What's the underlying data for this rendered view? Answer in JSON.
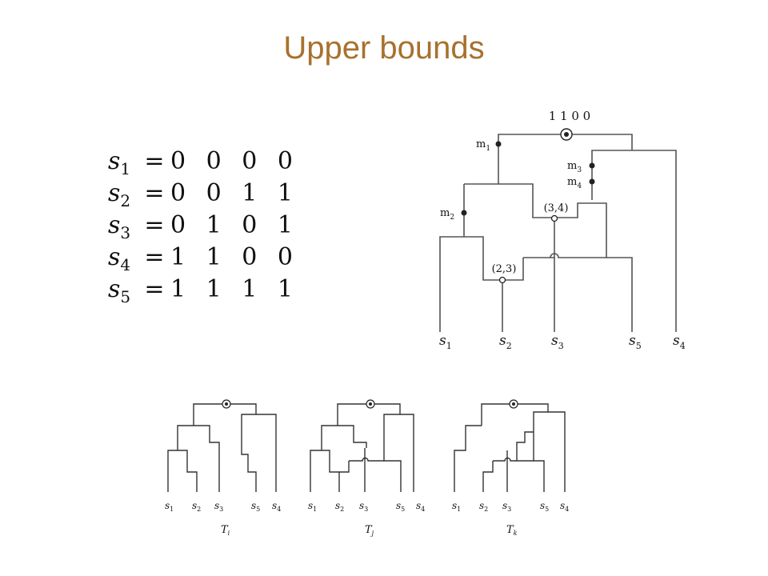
{
  "title": "Upper bounds",
  "sequences": [
    {
      "name": "s",
      "sub": "1",
      "eq": "=",
      "bits": "0 0 0 0"
    },
    {
      "name": "s",
      "sub": "2",
      "eq": "=",
      "bits": "0 0 1 1"
    },
    {
      "name": "s",
      "sub": "3",
      "eq": "=",
      "bits": "0 1 0 1"
    },
    {
      "name": "s",
      "sub": "4",
      "eq": "=",
      "bits": "1 1 0 0"
    },
    {
      "name": "s",
      "sub": "5",
      "eq": "=",
      "bits": "1 1 1 1"
    }
  ],
  "main_graph": {
    "root_label": "1 1 0 0",
    "mutations": [
      {
        "name": "m",
        "sub": "1"
      },
      {
        "name": "m",
        "sub": "2"
      },
      {
        "name": "m",
        "sub": "3"
      },
      {
        "name": "m",
        "sub": "4"
      }
    ],
    "recombinations": [
      "(3,4)",
      "(2,3)"
    ],
    "leaves": [
      {
        "name": "s",
        "sub": "1"
      },
      {
        "name": "s",
        "sub": "2"
      },
      {
        "name": "s",
        "sub": "3"
      },
      {
        "name": "s",
        "sub": "5"
      },
      {
        "name": "s",
        "sub": "4"
      }
    ]
  },
  "small_trees": [
    {
      "label": "T",
      "label_sub": "i",
      "leaves": [
        {
          "name": "s",
          "sub": "1"
        },
        {
          "name": "s",
          "sub": "2"
        },
        {
          "name": "s",
          "sub": "3"
        },
        {
          "name": "s",
          "sub": "5"
        },
        {
          "name": "s",
          "sub": "4"
        }
      ]
    },
    {
      "label": "T",
      "label_sub": "j",
      "leaves": [
        {
          "name": "s",
          "sub": "1"
        },
        {
          "name": "s",
          "sub": "2"
        },
        {
          "name": "s",
          "sub": "3"
        },
        {
          "name": "s",
          "sub": "5"
        },
        {
          "name": "s",
          "sub": "4"
        }
      ]
    },
    {
      "label": "T",
      "label_sub": "k",
      "leaves": [
        {
          "name": "s",
          "sub": "1"
        },
        {
          "name": "s",
          "sub": "2"
        },
        {
          "name": "s",
          "sub": "3"
        },
        {
          "name": "s",
          "sub": "5"
        },
        {
          "name": "s",
          "sub": "4"
        }
      ]
    }
  ]
}
